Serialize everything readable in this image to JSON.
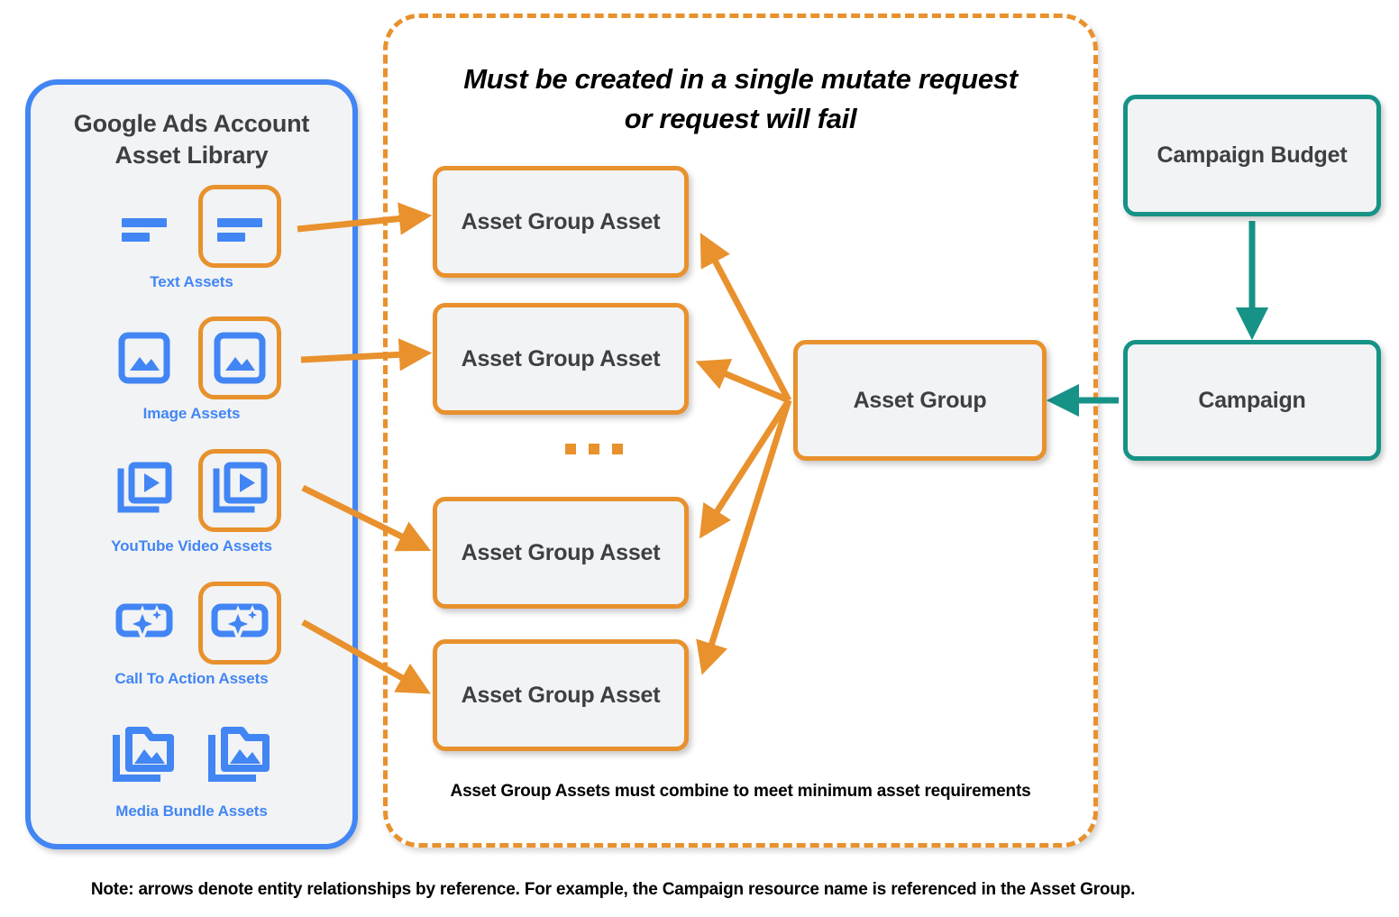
{
  "diagram": {
    "title": "Google Ads Performance Max asset structure",
    "colors": {
      "blue": "#4285f4",
      "orange": "#e8912d",
      "teal": "#179287",
      "box_fill": "#f1f3f4",
      "text": "#3c4043"
    }
  },
  "asset_library": {
    "title_line1": "Google Ads Account",
    "title_line2": "Asset Library",
    "items": [
      {
        "caption": "Text Assets",
        "icon": "text-lines-icon",
        "highlighted": true
      },
      {
        "caption": "Image Assets",
        "icon": "image-icon",
        "highlighted": true
      },
      {
        "caption": "YouTube Video  Assets",
        "icon": "video-stack-icon",
        "highlighted": true
      },
      {
        "caption": "Call To Action Assets",
        "icon": "call-to-action-icon",
        "highlighted": true
      },
      {
        "caption": "Media Bundle  Assets",
        "icon": "media-bundle-icon",
        "highlighted": false
      }
    ]
  },
  "mutate_region": {
    "heading_line1": "Must be created in a single mutate request",
    "heading_line2": "or request will fail",
    "footnote": "Asset Group Assets must combine to meet minimum asset requirements",
    "ellipsis": "..."
  },
  "nodes": {
    "asset_group_assets": [
      {
        "label": "Asset Group Asset"
      },
      {
        "label": "Asset Group Asset"
      },
      {
        "label": "Asset Group Asset"
      },
      {
        "label": "Asset Group Asset"
      }
    ],
    "asset_group": {
      "label": "Asset Group"
    },
    "campaign_budget": {
      "label": "Campaign Budget"
    },
    "campaign": {
      "label": "Campaign"
    }
  },
  "footer": {
    "note": "Note: arrows denote entity relationships by reference. For example, the Campaign resource name is referenced in the Asset Group."
  }
}
